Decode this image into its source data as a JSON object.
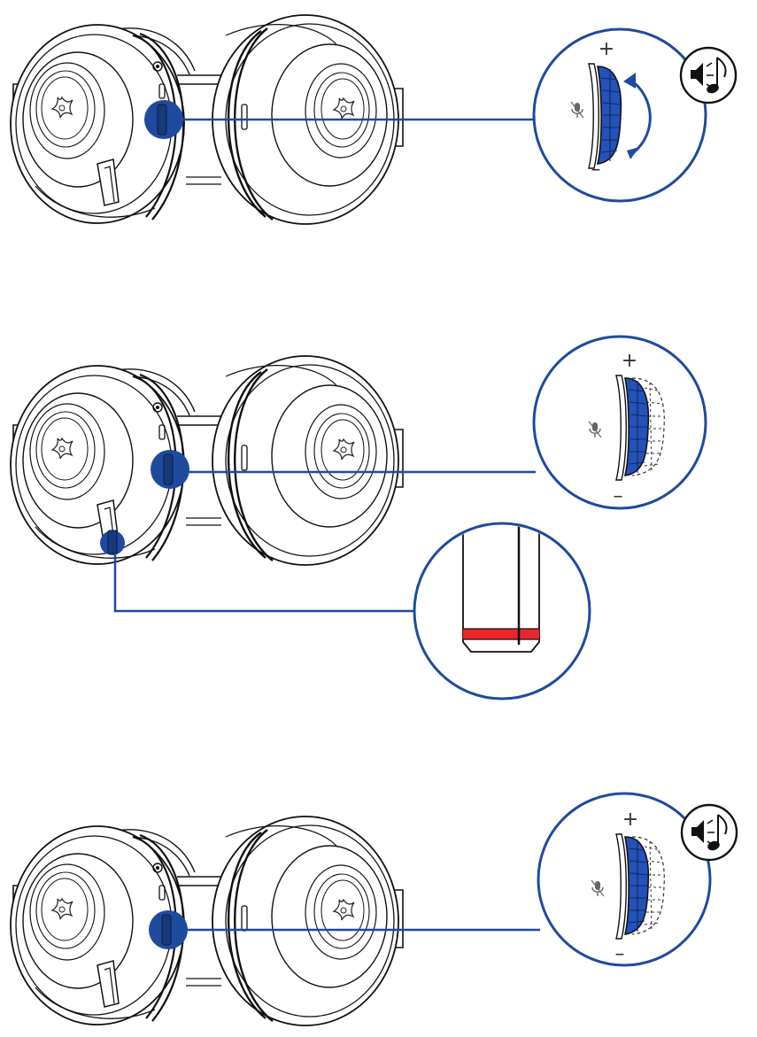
{
  "colors": {
    "accent_blue": "#1f4a9e",
    "dark_navy": "#173a7a",
    "wheel_blue": "#2452b8",
    "mic_indicator_red": "#e8262b",
    "outline": "#1a1a1a",
    "background": "#ffffff"
  },
  "panels": [
    {
      "id": "volume-adjust",
      "plus_label": "+",
      "minus_label": "–",
      "wheel_state": "rolling",
      "shows_speaker_music_icon": true,
      "shows_mic_led_callout": false,
      "icons": [
        "headset-icon",
        "volume-wheel-icon",
        "mic-icon",
        "rotate-arrow-icon",
        "speaker-music-icon"
      ]
    },
    {
      "id": "mic-mute",
      "plus_label": "+",
      "minus_label": "–",
      "wheel_state": "pushed-in",
      "shows_speaker_music_icon": false,
      "shows_mic_led_callout": true,
      "mic_led_color": "red",
      "icons": [
        "headset-icon",
        "volume-wheel-icon",
        "mic-icon",
        "mic-boom-icon",
        "mic-led-icon"
      ]
    },
    {
      "id": "volume-pushed",
      "plus_label": "+",
      "minus_label": "–",
      "wheel_state": "pushed-in",
      "shows_speaker_music_icon": true,
      "shows_mic_led_callout": false,
      "icons": [
        "headset-icon",
        "volume-wheel-icon",
        "mic-icon",
        "speaker-music-icon"
      ]
    }
  ]
}
